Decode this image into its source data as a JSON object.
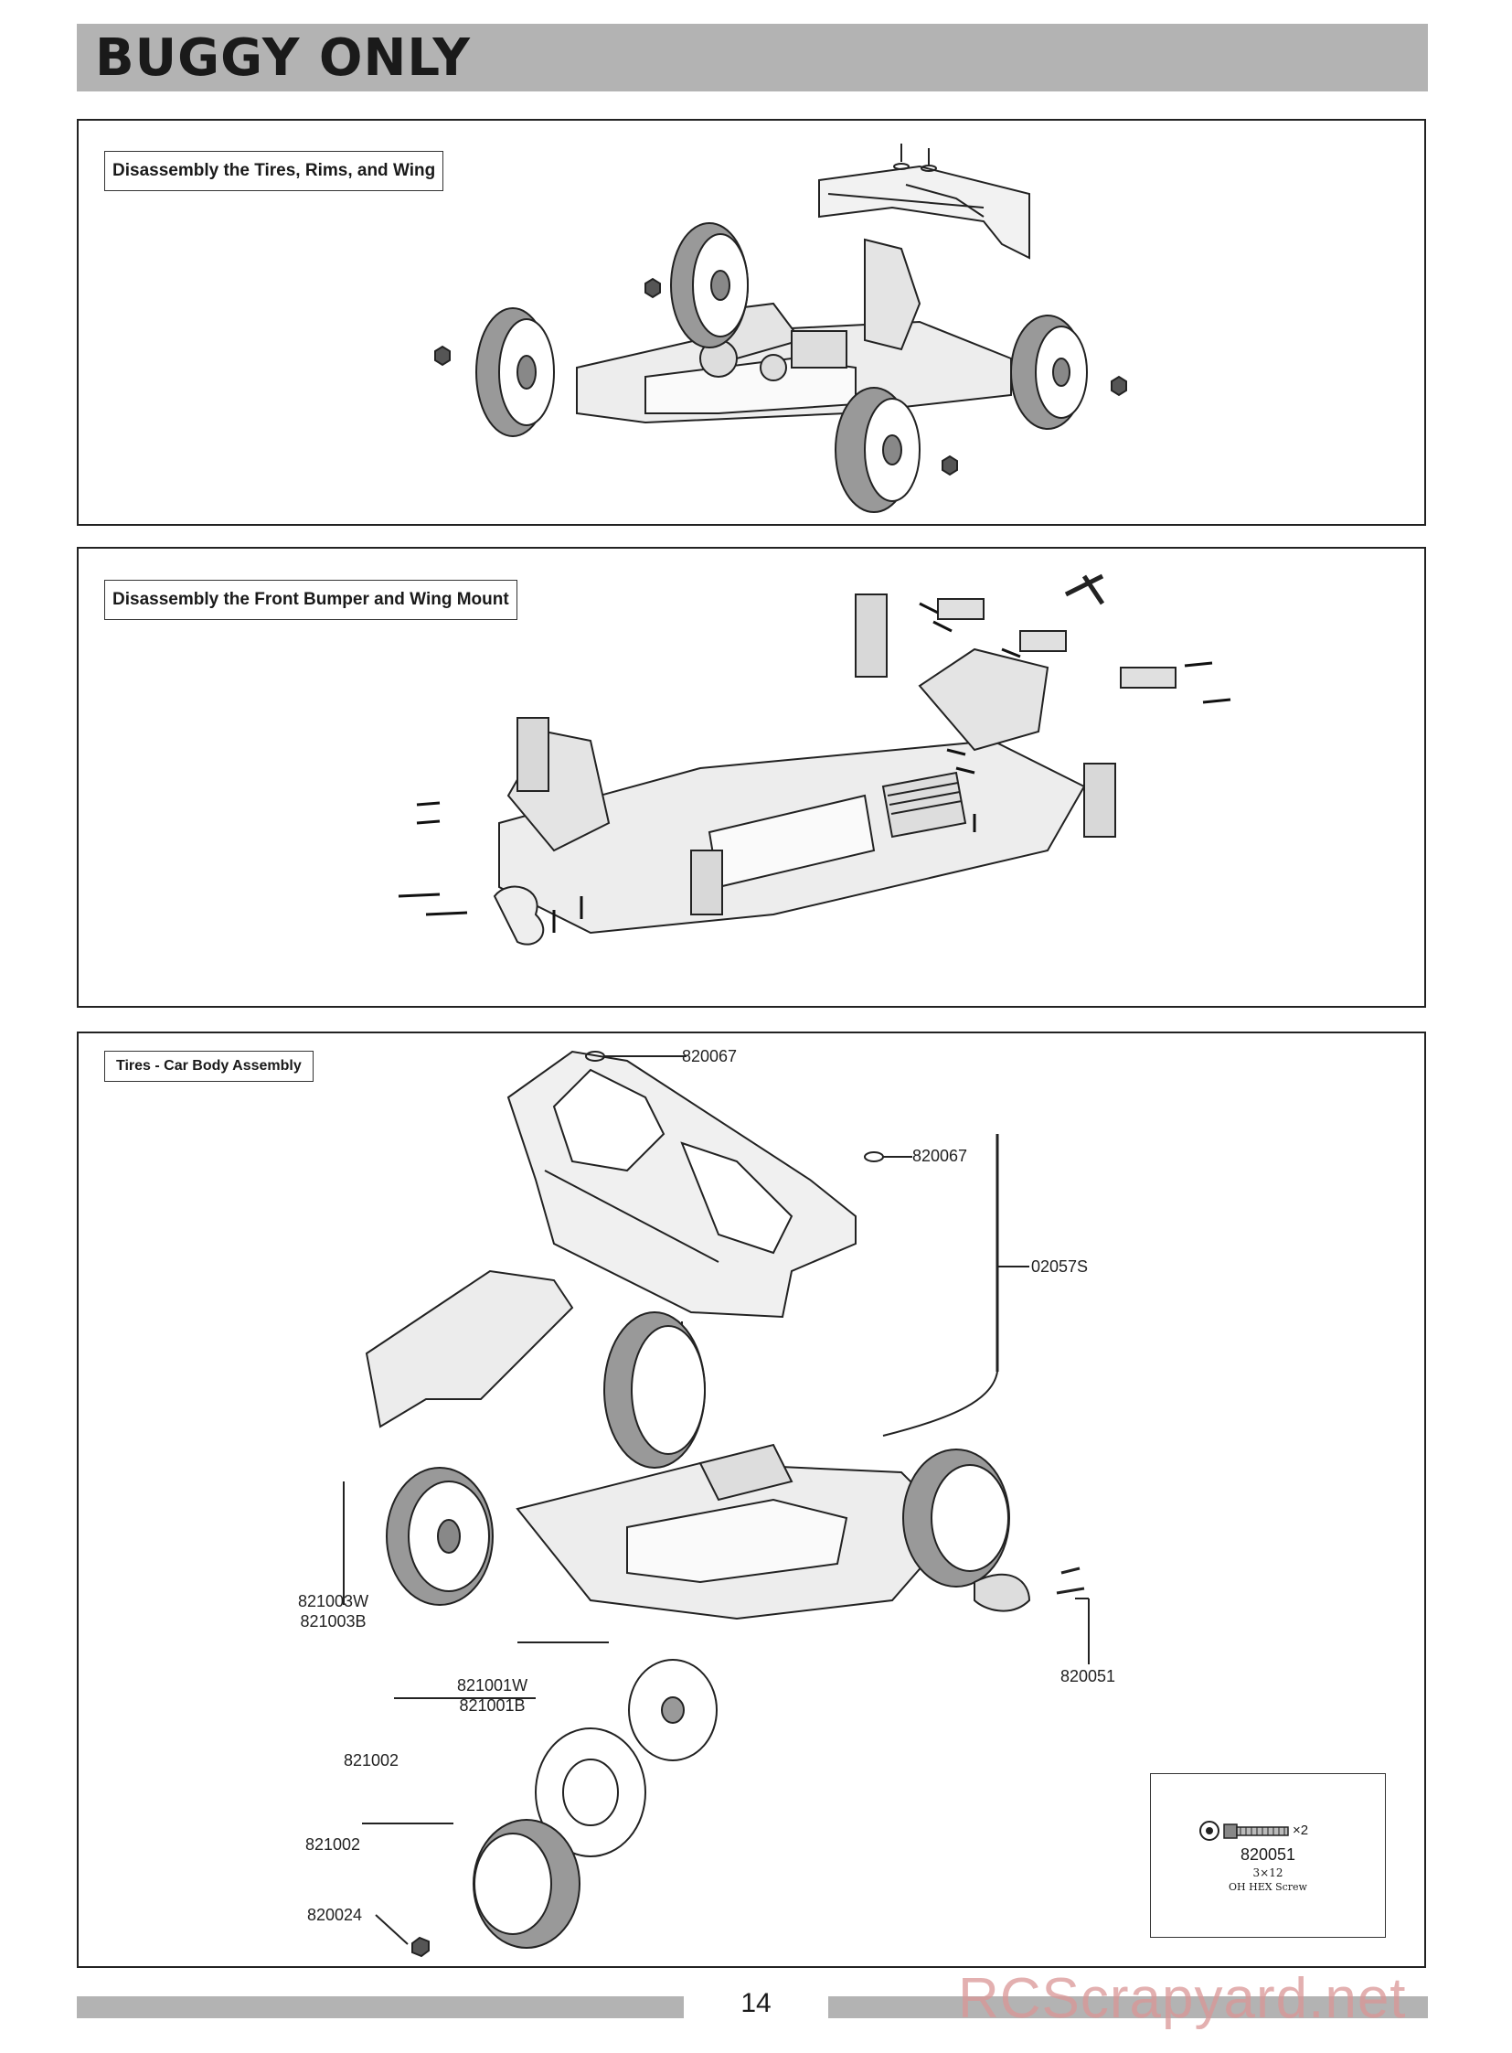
{
  "header": {
    "title": "BUGGY ONLY"
  },
  "panels": [
    {
      "label": "Disassembly the Tires, Rims, and Wing"
    },
    {
      "label": "Disassembly the Front Bumper and Wing Mount"
    },
    {
      "label": "Tires - Car Body Assembly"
    }
  ],
  "parts": {
    "body_clip_top": "820067",
    "body_clip_side": "820067",
    "antenna_tube": "02057S",
    "tire_rear": "821003W\n821003B",
    "rim": "821001W\n821001B",
    "insert": "821002",
    "tire": "821002",
    "wheel_nut": "820024",
    "bumper_screw": "820051"
  },
  "legend": {
    "quantity": "×2",
    "code": "820051",
    "size": "3×12",
    "name": "OH HEX Screw"
  },
  "footer": {
    "page_number": "14"
  },
  "watermark": "RCScrapyard.net"
}
